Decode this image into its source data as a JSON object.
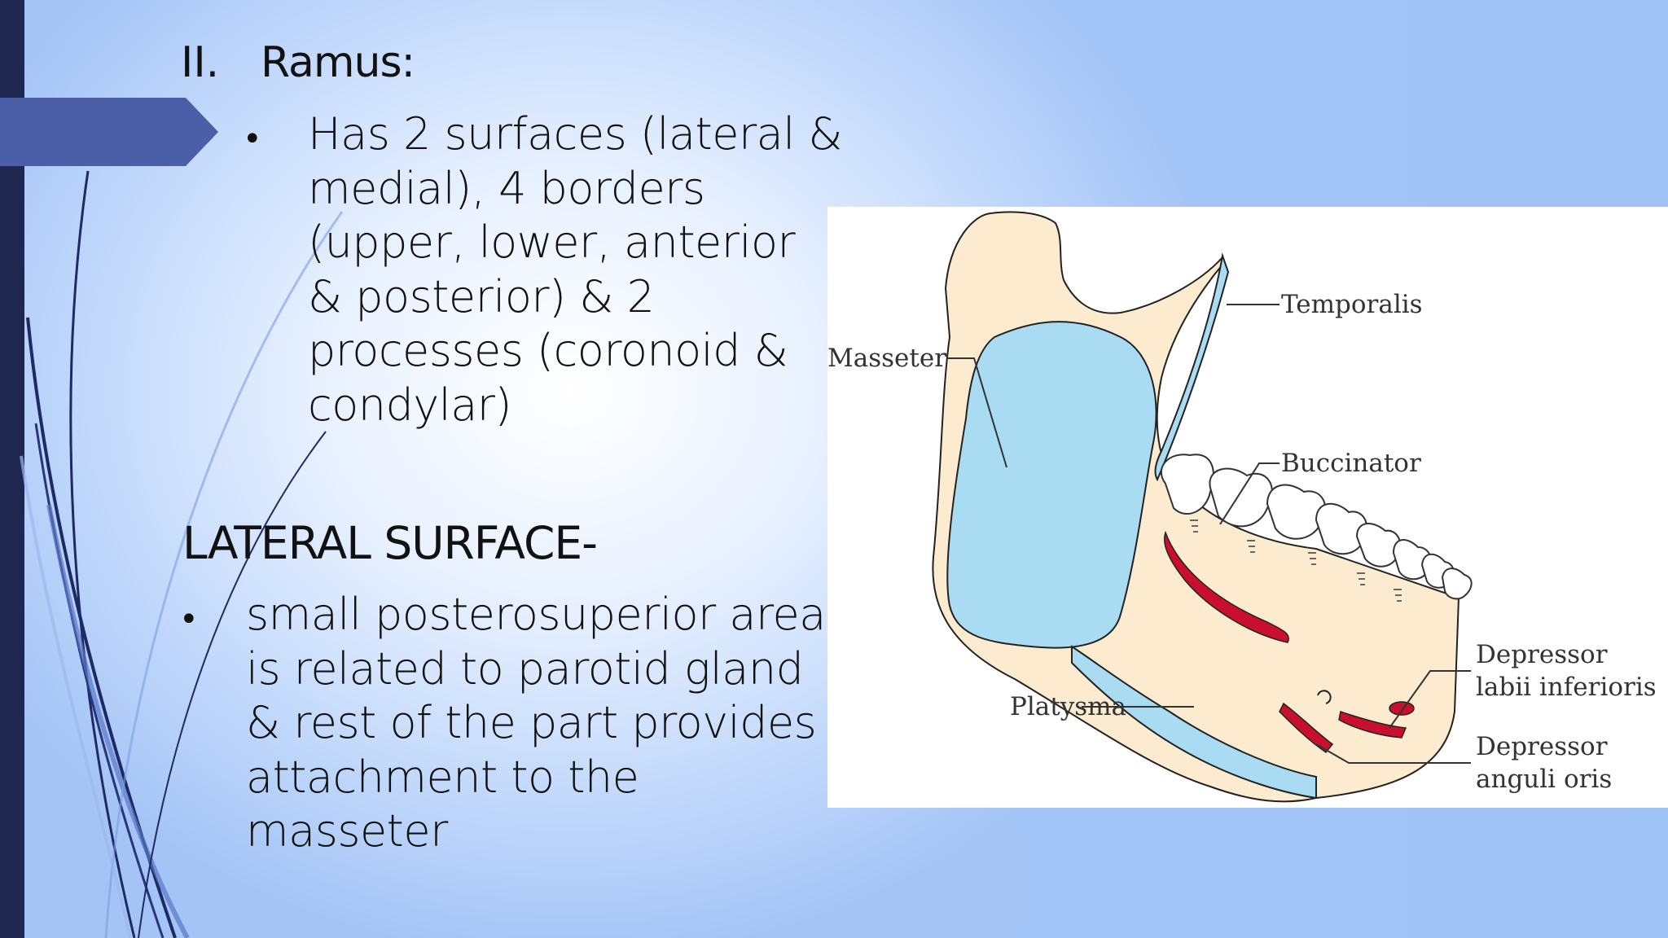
{
  "slide": {
    "heading_num": "II.",
    "heading": "Ramus:",
    "point1_lines": [
      "Has 2 surfaces (lateral &",
      "medial), 4 borders",
      "(upper, lower, anterior",
      "& posterior) & 2",
      "processes (coronoid &",
      "condylar)"
    ],
    "subheading": "LATERAL SURFACE-",
    "point2_lines": [
      "small posterosuperior area",
      "is related to parotid gland",
      "& rest of the part provides",
      "attachment to the",
      "masseter"
    ],
    "bullet": "•"
  },
  "figure": {
    "labels": {
      "temporalis": "Temporalis",
      "masseter": "Masseter",
      "buccinator": "Buccinator",
      "depressor_labii_1": "Depressor",
      "depressor_labii_2": "labii inferioris",
      "platysma": "Platysma",
      "depressor_anguli_1": "Depressor",
      "depressor_anguli_2": "anguli oris"
    },
    "colors": {
      "bone": "#fdebd0",
      "muscle_blue": "#a9dcf2",
      "muscle_red": "#c8102e",
      "outline": "#222222"
    }
  },
  "theme": {
    "sidebar": "#1f2750",
    "arrow": "#4a5fa8",
    "swirl": "#1d2a63"
  }
}
